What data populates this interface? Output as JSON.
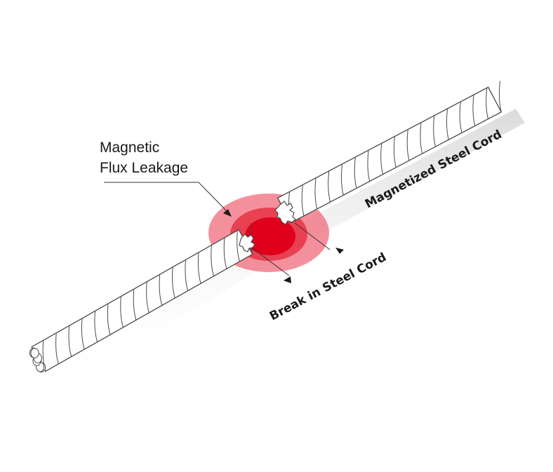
{
  "diagram": {
    "callout_line1": "Magnetic",
    "callout_line2": "Flux Leakage",
    "label_cord": "Magnetized Steel Cord",
    "label_break": "Break in Steel Cord"
  },
  "colors": {
    "flux_outer": "#f06b7a",
    "flux_mid": "#e63245",
    "flux_core": "#e0001b",
    "cord_fill": "#ffffff",
    "cord_stroke": "#4a4a4a",
    "shadow": "#d9d9d9",
    "text": "#1a1a1a"
  }
}
